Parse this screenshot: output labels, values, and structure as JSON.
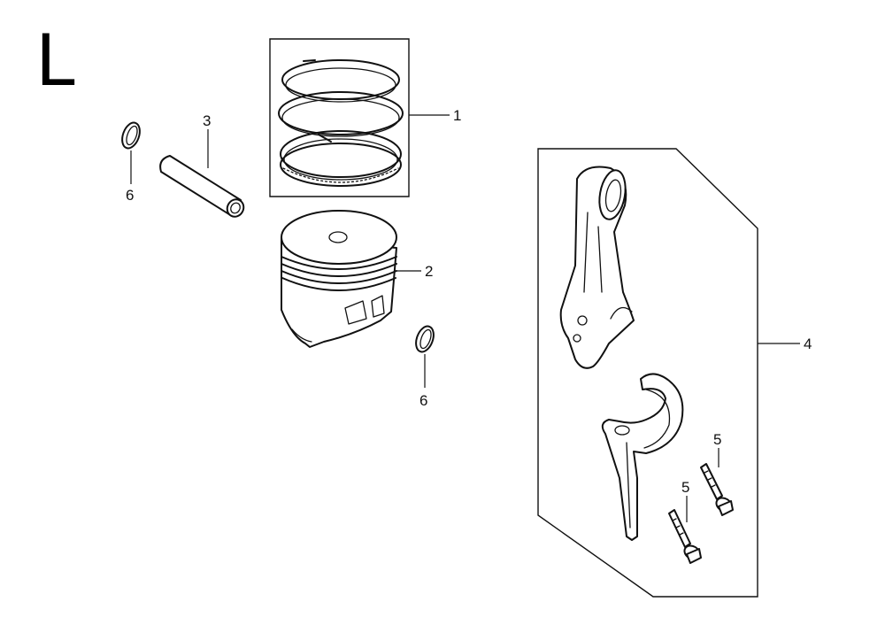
{
  "section_label": "L",
  "callouts": {
    "piston_ring_set": "1",
    "piston": "2",
    "piston_pin": "3",
    "connecting_rod": "4",
    "rod_bolt_a": "5",
    "rod_bolt_b": "5",
    "clip_left": "6",
    "clip_right": "6"
  }
}
